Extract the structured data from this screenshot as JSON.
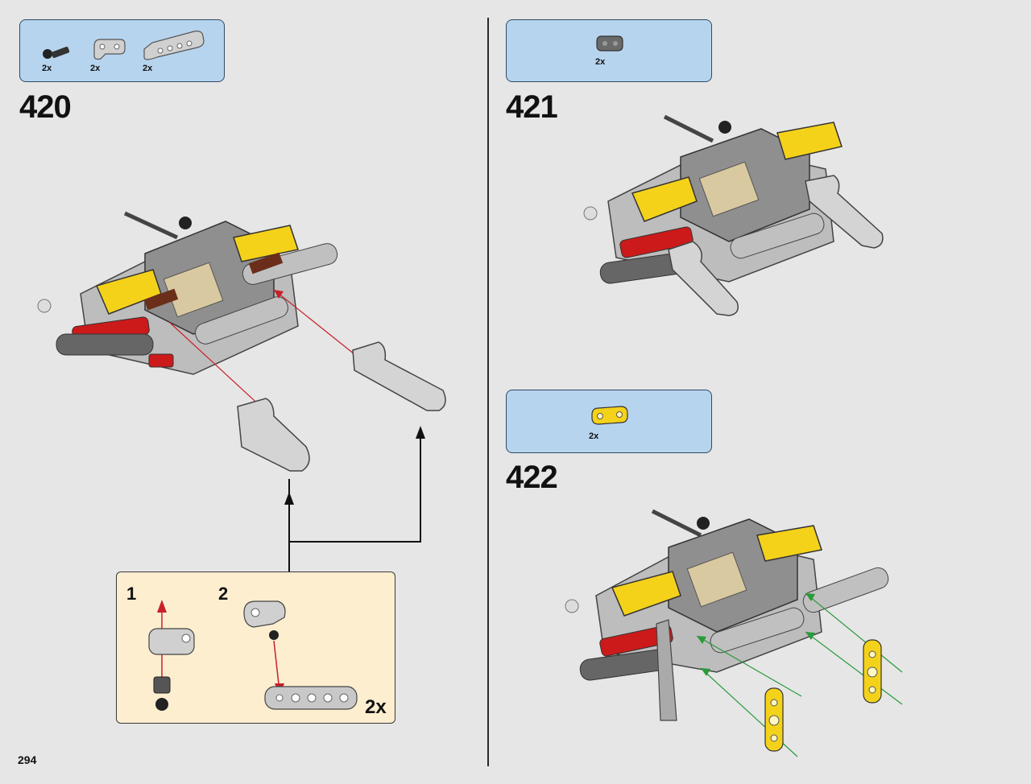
{
  "page": {
    "number": "294"
  },
  "steps": [
    {
      "number": "420",
      "parts": [
        {
          "qty": "2x",
          "icon": "axle-pin-ball-icon"
        },
        {
          "qty": "2x",
          "icon": "small-angled-beam-icon"
        },
        {
          "qty": "2x",
          "icon": "long-angled-beam-icon"
        }
      ]
    },
    {
      "number": "421",
      "parts": [
        {
          "qty": "2x",
          "icon": "dark-connector-icon"
        }
      ]
    },
    {
      "number": "422",
      "parts": [
        {
          "qty": "2x",
          "icon": "yellow-link-beam-icon"
        }
      ]
    }
  ],
  "subassembly": {
    "substeps": [
      {
        "number": "1"
      },
      {
        "number": "2"
      }
    ],
    "multiplier": "2x"
  },
  "colors": {
    "background": "#e6e6e6",
    "parts_box": "#b7d4ef",
    "subassembly_box": "#fdeed0",
    "arrow_red": "#c8202a",
    "arrow_green": "#2a9a3a",
    "brick_yellow": "#f5d21a",
    "brick_red": "#cc1a1a",
    "brick_gray": "#c8c8c8",
    "brick_dark": "#555555"
  }
}
